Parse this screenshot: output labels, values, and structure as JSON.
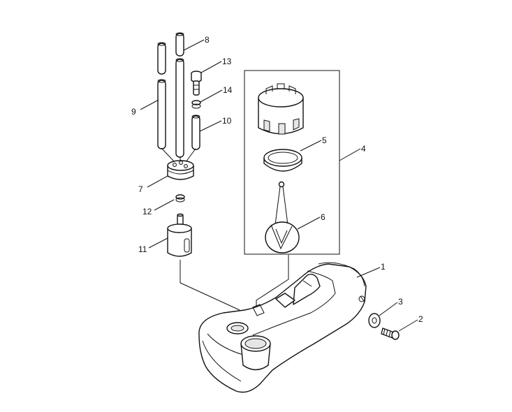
{
  "parts": [
    {
      "number": "1"
    },
    {
      "number": "2"
    },
    {
      "number": "3"
    },
    {
      "number": "4"
    },
    {
      "number": "5"
    },
    {
      "number": "6"
    },
    {
      "number": "7"
    },
    {
      "number": "8"
    },
    {
      "number": "9"
    },
    {
      "number": "10"
    },
    {
      "number": "11"
    },
    {
      "number": "12"
    },
    {
      "number": "13"
    },
    {
      "number": "14"
    }
  ]
}
